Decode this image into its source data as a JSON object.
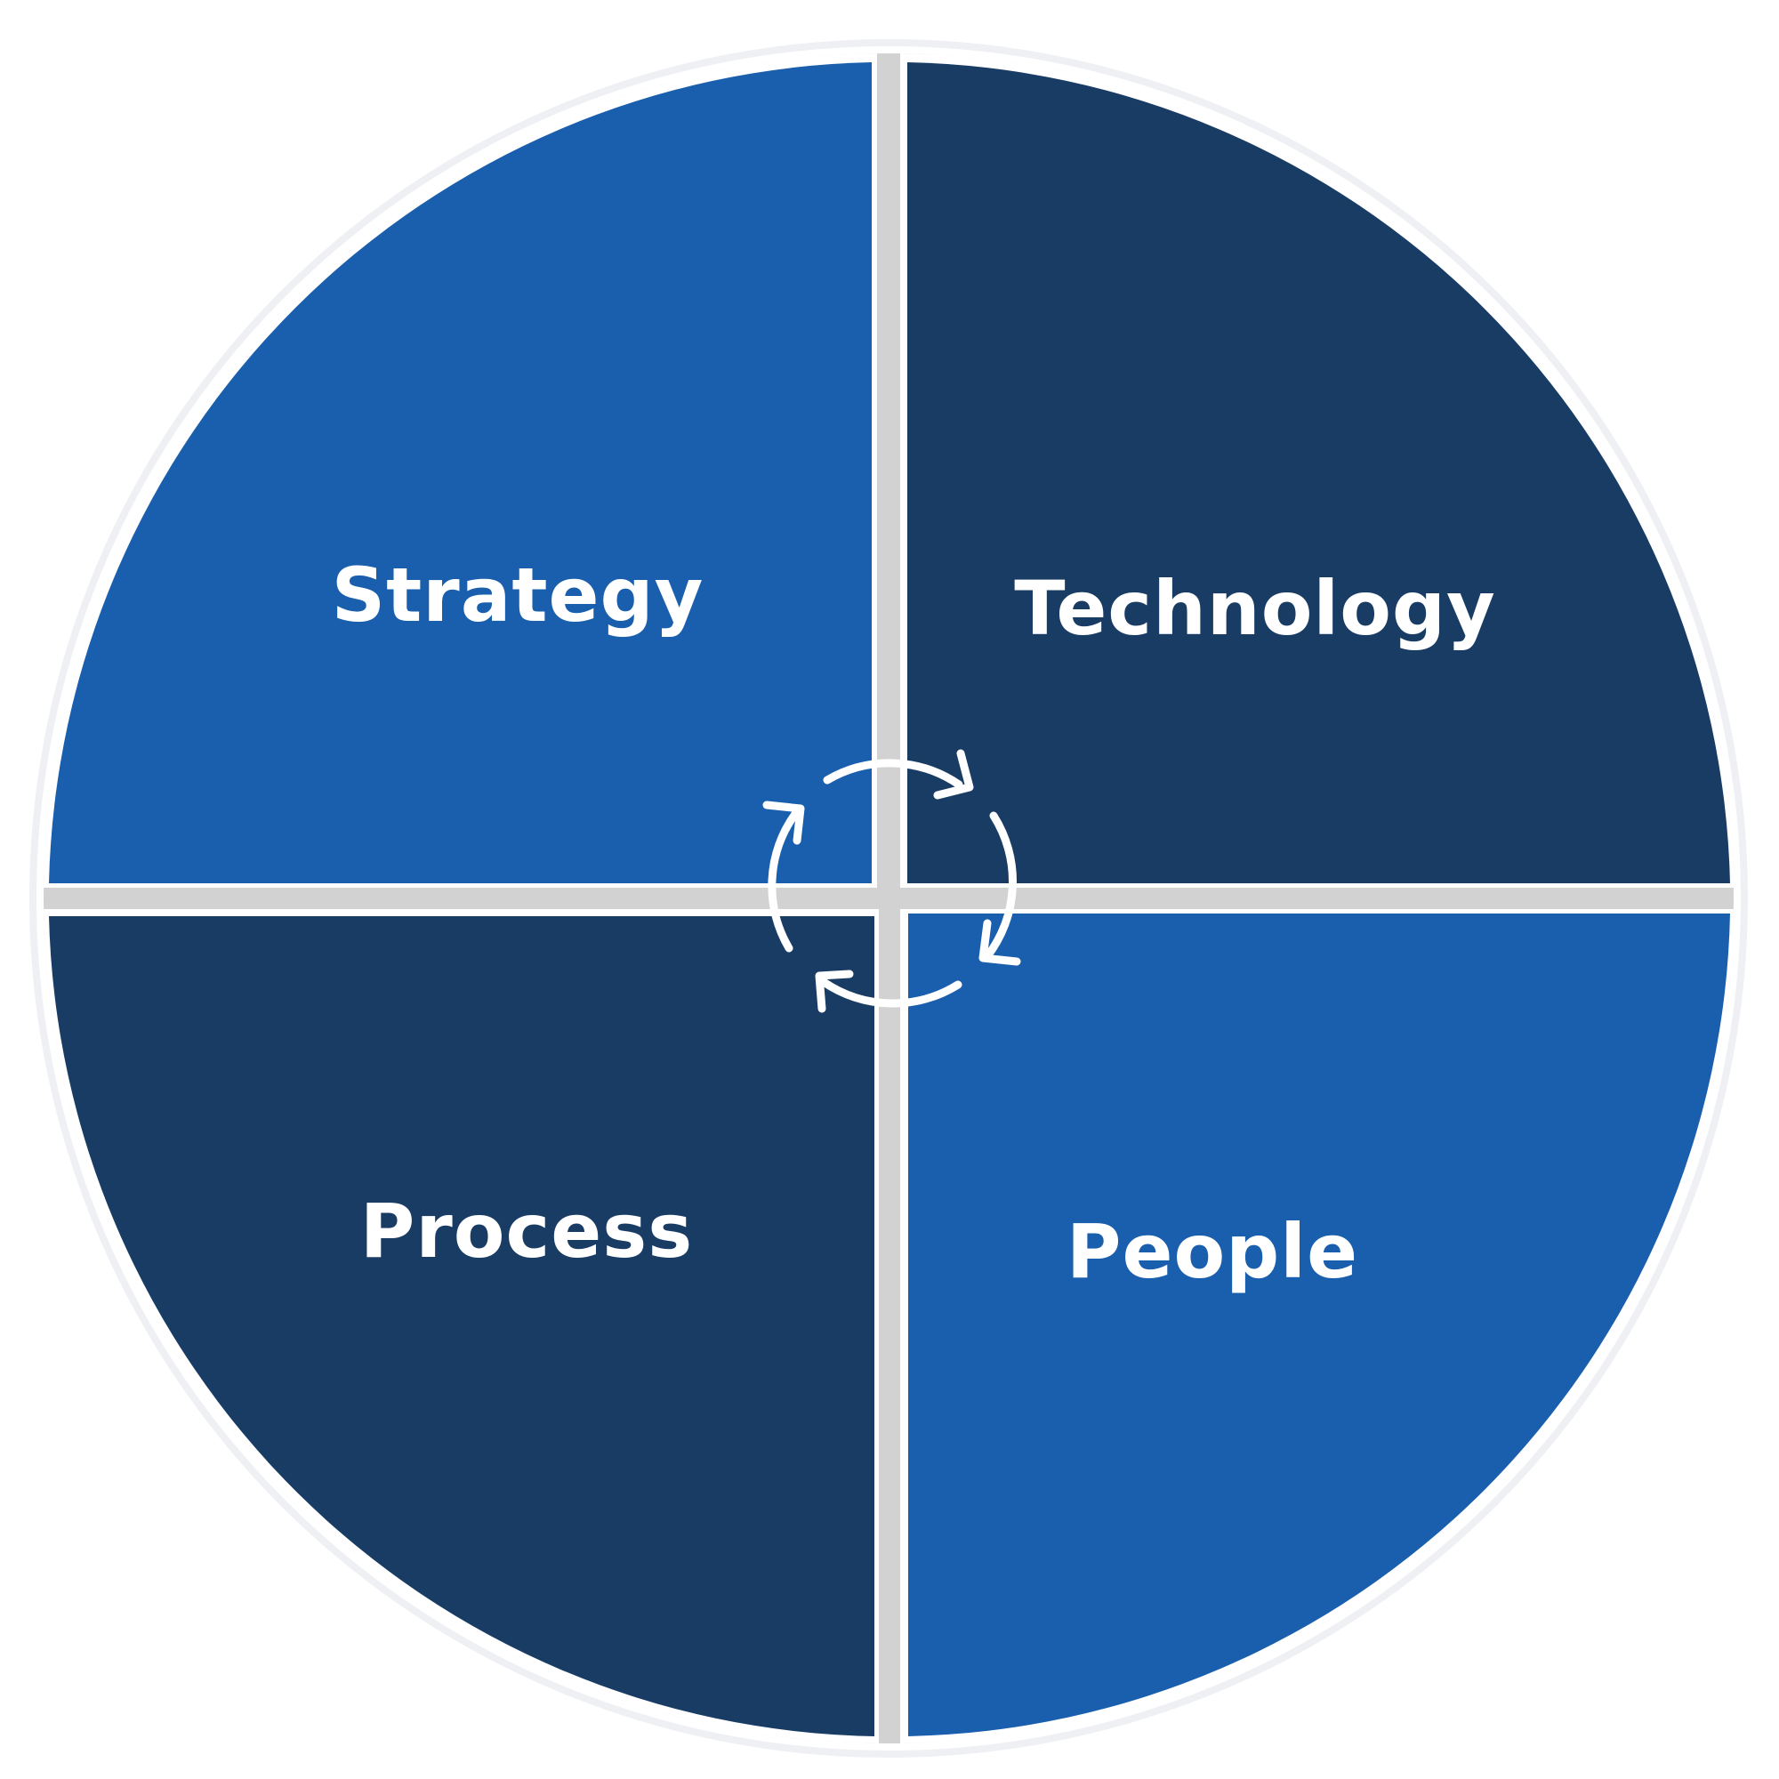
{
  "colors": {
    "dark_navy": "#193c65",
    "medium_blue": "#1a5fad",
    "divider_gray": "#d2d2d2",
    "white": "#ffffff",
    "outline": "#eef0f4"
  },
  "quadrants": [
    {
      "id": "top-left",
      "label": "Strategy",
      "color": "#1a5fad"
    },
    {
      "id": "top-right",
      "label": "Technology",
      "color": "#193c65"
    },
    {
      "id": "bottom-left",
      "label": "Process",
      "color": "#193c65"
    },
    {
      "id": "bottom-right",
      "label": "People",
      "color": "#1a5fad"
    }
  ],
  "center_icon": "cycle-arrows-icon"
}
